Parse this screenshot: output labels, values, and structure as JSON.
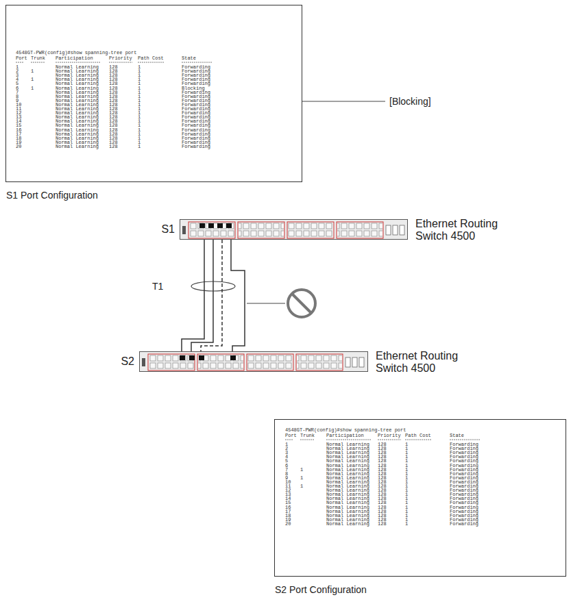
{
  "diagram": {
    "nodes": [
      {
        "text": [
          "S1 Port Configuration"
        ]
      },
      {
        "text": [
          "S1",
          "Ethernet Routing Switch 4500"
        ]
      },
      {
        "text": [
          "S2",
          "Ethernet Routing Switch 4500"
        ]
      },
      {
        "text": [
          "S2 Port Configuration"
        ]
      }
    ],
    "edges": [
      {
        "from": 1,
        "to": 2,
        "arrow": "none"
      },
      {
        "from": 1,
        "to": 2,
        "arrow": "none"
      },
      {
        "from": 1,
        "to": 2,
        "arrow": "none"
      },
      {
        "from": 1,
        "to": 2,
        "arrow": "none"
      }
    ],
    "labels": [
      "4548GT-PWR(config)#show spanning-tree port",
      "Port",
      "Trunk",
      "Participation",
      "Priority",
      "Path Cost",
      "State",
      "1",
      "Normal Learning",
      "128",
      "1",
      "Forwarding",
      "2",
      "1",
      "Normal Learning",
      "128",
      "1",
      "Forwarding",
      "3",
      "Normal Learning",
      "128",
      "1",
      "Forwarding",
      "4",
      "1",
      "Normal Learning",
      "128",
      "1",
      "Forwarding",
      "5",
      "Normal Learning",
      "128",
      "1",
      "Forwarding",
      "6",
      "1",
      "Normal Learning",
      "128",
      "1",
      "Blocking",
      "7",
      "Normal Learning",
      "128",
      "1",
      "Forwarding",
      "8",
      "Normal Learning",
      "128",
      "1",
      "Forwarding",
      "9",
      "Normal Learning",
      "128",
      "1",
      "Forwarding",
      "10",
      "Normal Learning",
      "128",
      "1",
      "Forwarding",
      "11",
      "Normal Learning",
      "128",
      "1",
      "Forwarding",
      "12",
      "Normal Learning",
      "128",
      "1",
      "Forwarding",
      "13",
      "Normal Learning",
      "128",
      "1",
      "Forwarding",
      "14",
      "Normal Learning",
      "128",
      "1",
      "Forwarding",
      "15",
      "Normal Learning",
      "128",
      "1",
      "Forwarding",
      "16",
      "Normal Learning",
      "128",
      "1",
      "Forwarding",
      "17",
      "Normal Learning",
      "128",
      "1",
      "Forwarding",
      "18",
      "Normal Learning",
      "128",
      "1",
      "Forwarding",
      "19",
      "Normal Learning",
      "128",
      "1",
      "Forwarding",
      "20",
      "Normal Learning",
      "128",
      "1",
      "Forwarding",
      "[Blocking]",
      "T1",
      "4548GT-PWR(config)#show spanning-tree port",
      "Port",
      "Trunk",
      "Participation",
      "Priority",
      "Path Cost",
      "State",
      "1",
      "Normal Learning",
      "128",
      "1",
      "Forwarding",
      "2",
      "Normal Learning",
      "128",
      "1",
      "Forwarding",
      "3",
      "Normal Learning",
      "128",
      "1",
      "Forwarding",
      "4",
      "Normal Learning",
      "128",
      "1",
      "Forwarding",
      "5",
      "Normal Learning",
      "128",
      "1",
      "Forwarding",
      "6",
      "Normal Learning",
      "128",
      "1",
      "Forwarding",
      "7",
      "1",
      "Normal Learning",
      "128",
      "1",
      "Forwarding",
      "8",
      "Normal Learning",
      "128",
      "1",
      "Forwarding",
      "9",
      "1",
      "Normal Learning",
      "128",
      "1",
      "Forwarding",
      "10",
      "Normal Learning",
      "128",
      "1",
      "Forwarding",
      "11",
      "1",
      "Normal Learning",
      "128",
      "1",
      "Forwarding",
      "12",
      "Normal Learning",
      "128",
      "1",
      "Forwarding",
      "13",
      "Normal Learning",
      "128",
      "1",
      "Forwarding",
      "14",
      "Normal Learning",
      "128",
      "1",
      "Forwarding",
      "15",
      "Normal Learning",
      "128",
      "1",
      "Forwarding",
      "16",
      "Normal Learning",
      "128",
      "1",
      "Forwarding",
      "17",
      "Normal Learning",
      "128",
      "1",
      "Forwarding",
      "18",
      "Normal Learning",
      "128",
      "1",
      "Forwarding",
      "19",
      "Normal Learning",
      "128",
      "1",
      "Forwarding",
      "20",
      "Normal Learning",
      "128",
      "1",
      "Forwarding"
    ]
  }
}
